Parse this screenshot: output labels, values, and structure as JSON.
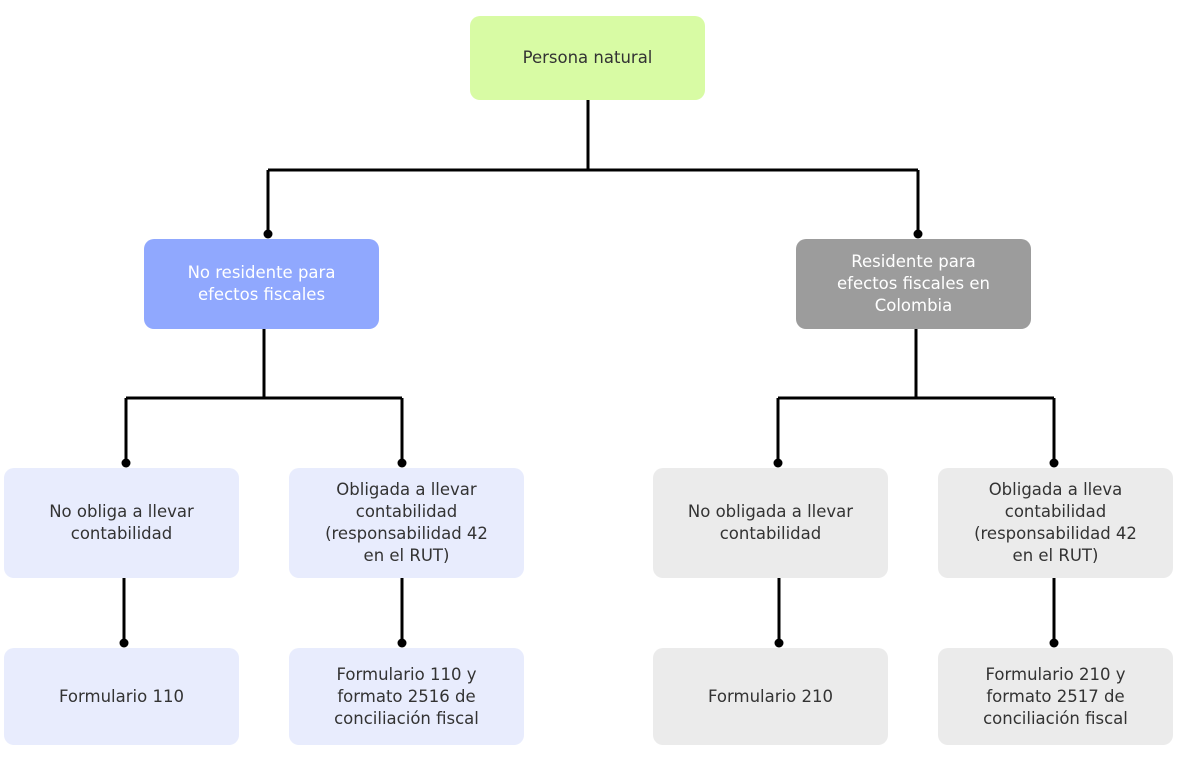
{
  "colors": {
    "root_fill": "#d8fba4",
    "root_text": "#333333",
    "non_resident_fill": "#90a8fe",
    "non_resident_text": "#ffffff",
    "resident_fill": "#9c9c9c",
    "resident_text": "#ffffff",
    "non_resident_child_fill": "#e8ecfd",
    "resident_child_fill": "#ebebeb",
    "child_text": "#333333",
    "connector": "#000000"
  },
  "nodes": {
    "root": {
      "label": "Persona natural"
    },
    "non_resident": {
      "label": "No residente para\nefectos fiscales"
    },
    "resident": {
      "label": "Residente para\nefectos fiscales en\nColombia"
    },
    "nr_no_accounting": {
      "label": "No obliga a llevar\ncontabilidad"
    },
    "nr_accounting": {
      "label": "Obligada a llevar\ncontabilidad\n(responsabilidad 42\nen el RUT)"
    },
    "r_no_accounting": {
      "label": "No obligada a llevar\ncontabilidad"
    },
    "r_accounting": {
      "label": "Obligada a lleva\ncontabilidad\n(responsabilidad 42\nen el RUT)"
    },
    "nr_form_110": {
      "label": "Formulario 110"
    },
    "nr_form_110_2516": {
      "label": "Formulario 110 y\nformato 2516 de\nconciliación fiscal"
    },
    "r_form_210": {
      "label": "Formulario 210"
    },
    "r_form_210_2517": {
      "label": "Formulario 210 y\nformato 2517 de\nconciliación fiscal"
    }
  }
}
